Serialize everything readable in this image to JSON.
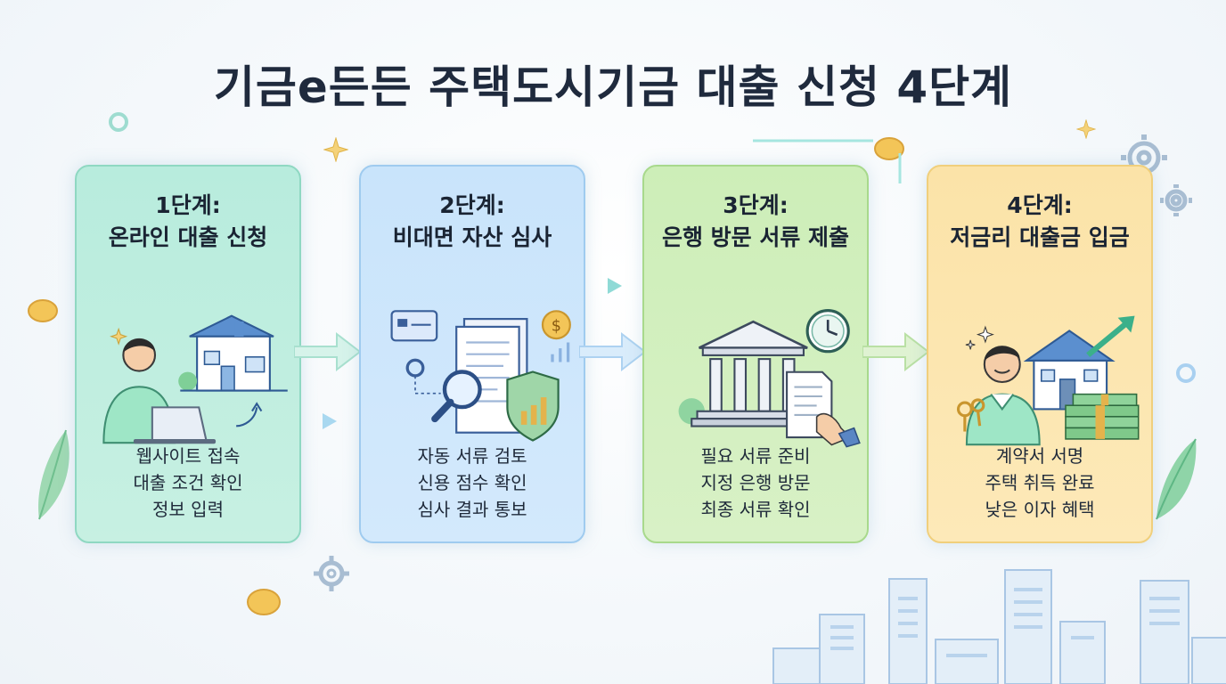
{
  "title": "기금e든든 주택도시기금 대출 신청 4단계",
  "steps": [
    {
      "step": "1단계:",
      "name": "온라인 대출 신청",
      "items": [
        "웹사이트 접속",
        "대출 조건 확인",
        "정보 입력"
      ],
      "color": "#c2efe0"
    },
    {
      "step": "2단계:",
      "name": "비대면 자산 심사",
      "items": [
        "자동 서류 검토",
        "신용 점수 확인",
        "심사 결과 통보"
      ],
      "color": "#cfe7fb"
    },
    {
      "step": "3단계:",
      "name": "은행 방문 서류 제출",
      "items": [
        "필요 서류 준비",
        "지정 은행 방문",
        "최종 서류 확인"
      ],
      "color": "#d4f0c0"
    },
    {
      "step": "4단계:",
      "name": "저금리 대출금 입금",
      "items": [
        "계약서 서명",
        "주택 취득 완료",
        "낮은 이자 혜택"
      ],
      "color": "#fde6b2"
    }
  ],
  "icons": {
    "step1": "person-laptop-house-icon",
    "step2": "document-magnifier-shield-icon",
    "step3": "bank-document-clock-icon",
    "step4": "person-house-money-keys-icon"
  }
}
